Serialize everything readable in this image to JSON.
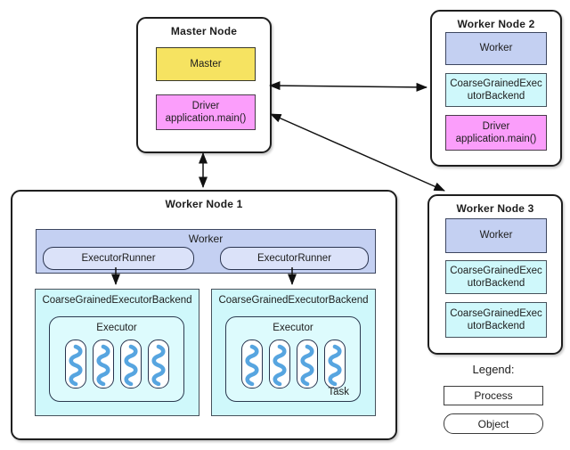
{
  "diagram": {
    "master_node": {
      "title": "Master Node",
      "master_label": "Master",
      "driver_label": "Driver\napplication.main()"
    },
    "worker_node_2": {
      "title": "Worker Node 2",
      "worker_label": "Worker",
      "backend_label": "CoarseGrainedExecutorBackend",
      "driver_label": "Driver\napplication.main()"
    },
    "worker_node_1": {
      "title": "Worker Node 1",
      "worker_label": "Worker",
      "executor_runner_left_label": "ExecutorRunner",
      "executor_runner_right_label": "ExecutorRunner",
      "backend_left_label": "CoarseGrainedExecutorBackend",
      "backend_right_label": "CoarseGrainedExecutorBackend",
      "executor_left_label": "Executor",
      "executor_right_label": "Executor",
      "task_label": "Task",
      "threads_per_executor": 4
    },
    "worker_node_3": {
      "title": "Worker Node 3",
      "worker_label": "Worker",
      "backend_1_label": "CoarseGrainedExecutorBackend",
      "backend_2_label": "CoarseGrainedExecutorBackend"
    },
    "legend": {
      "title": "Legend:",
      "process_label": "Process",
      "object_label": "Object"
    },
    "icons": {
      "thread_icon": "task-thread-squiggle"
    },
    "colors": {
      "master_fill": "#f6e361",
      "driver_fill": "#fb9efb",
      "worker_fill": "#c4d0f2",
      "runner_fill": "#dbe2f9",
      "backend_fill": "#cff8fb",
      "executor_fill": "#ddfbfd",
      "pill_fill": "#ffffff",
      "thread_stroke": "#57a5e0",
      "arrow_color": "#111111",
      "text_color": "#1d1d1d"
    }
  }
}
